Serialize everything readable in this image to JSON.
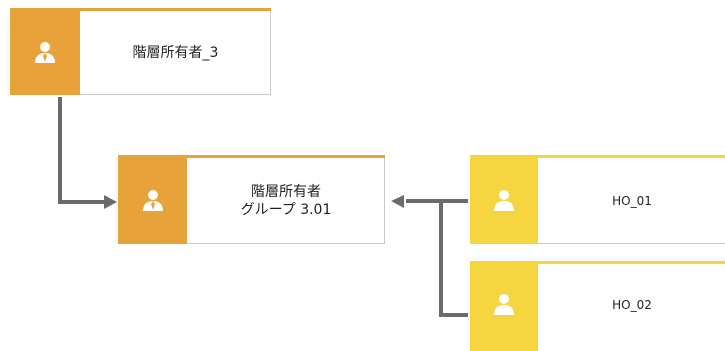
{
  "colors": {
    "owner_accent": "#E8A23A",
    "hierarchy_accent": "#F6D640",
    "connector": "#6b6b6b"
  },
  "nodes": {
    "owner_3": {
      "label": "階層所有者_3",
      "icon": "person-tie-icon"
    },
    "owner_group_3_01": {
      "label": "階層所有者\nグループ 3.01",
      "icon": "person-tie-icon"
    },
    "ho_01": {
      "label": "HO_01",
      "icon": "person-icon"
    },
    "ho_02": {
      "label": "HO_02",
      "icon": "person-icon"
    }
  }
}
